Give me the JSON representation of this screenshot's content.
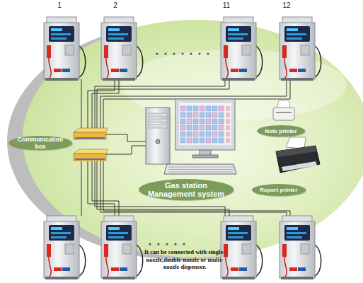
{
  "diagram": {
    "nodes": [
      {
        "text": [
          "Communication box"
        ]
      },
      {
        "text": [
          "Gas station Management system"
        ]
      },
      {
        "text": [
          "Note printer"
        ]
      },
      {
        "text": [
          "Report printer"
        ]
      }
    ],
    "labels": [
      "1",
      "2",
      "11",
      "12",
      "It can be connected with single-nozzle,double-nozzle or multi-nozzle dispenser."
    ]
  }
}
